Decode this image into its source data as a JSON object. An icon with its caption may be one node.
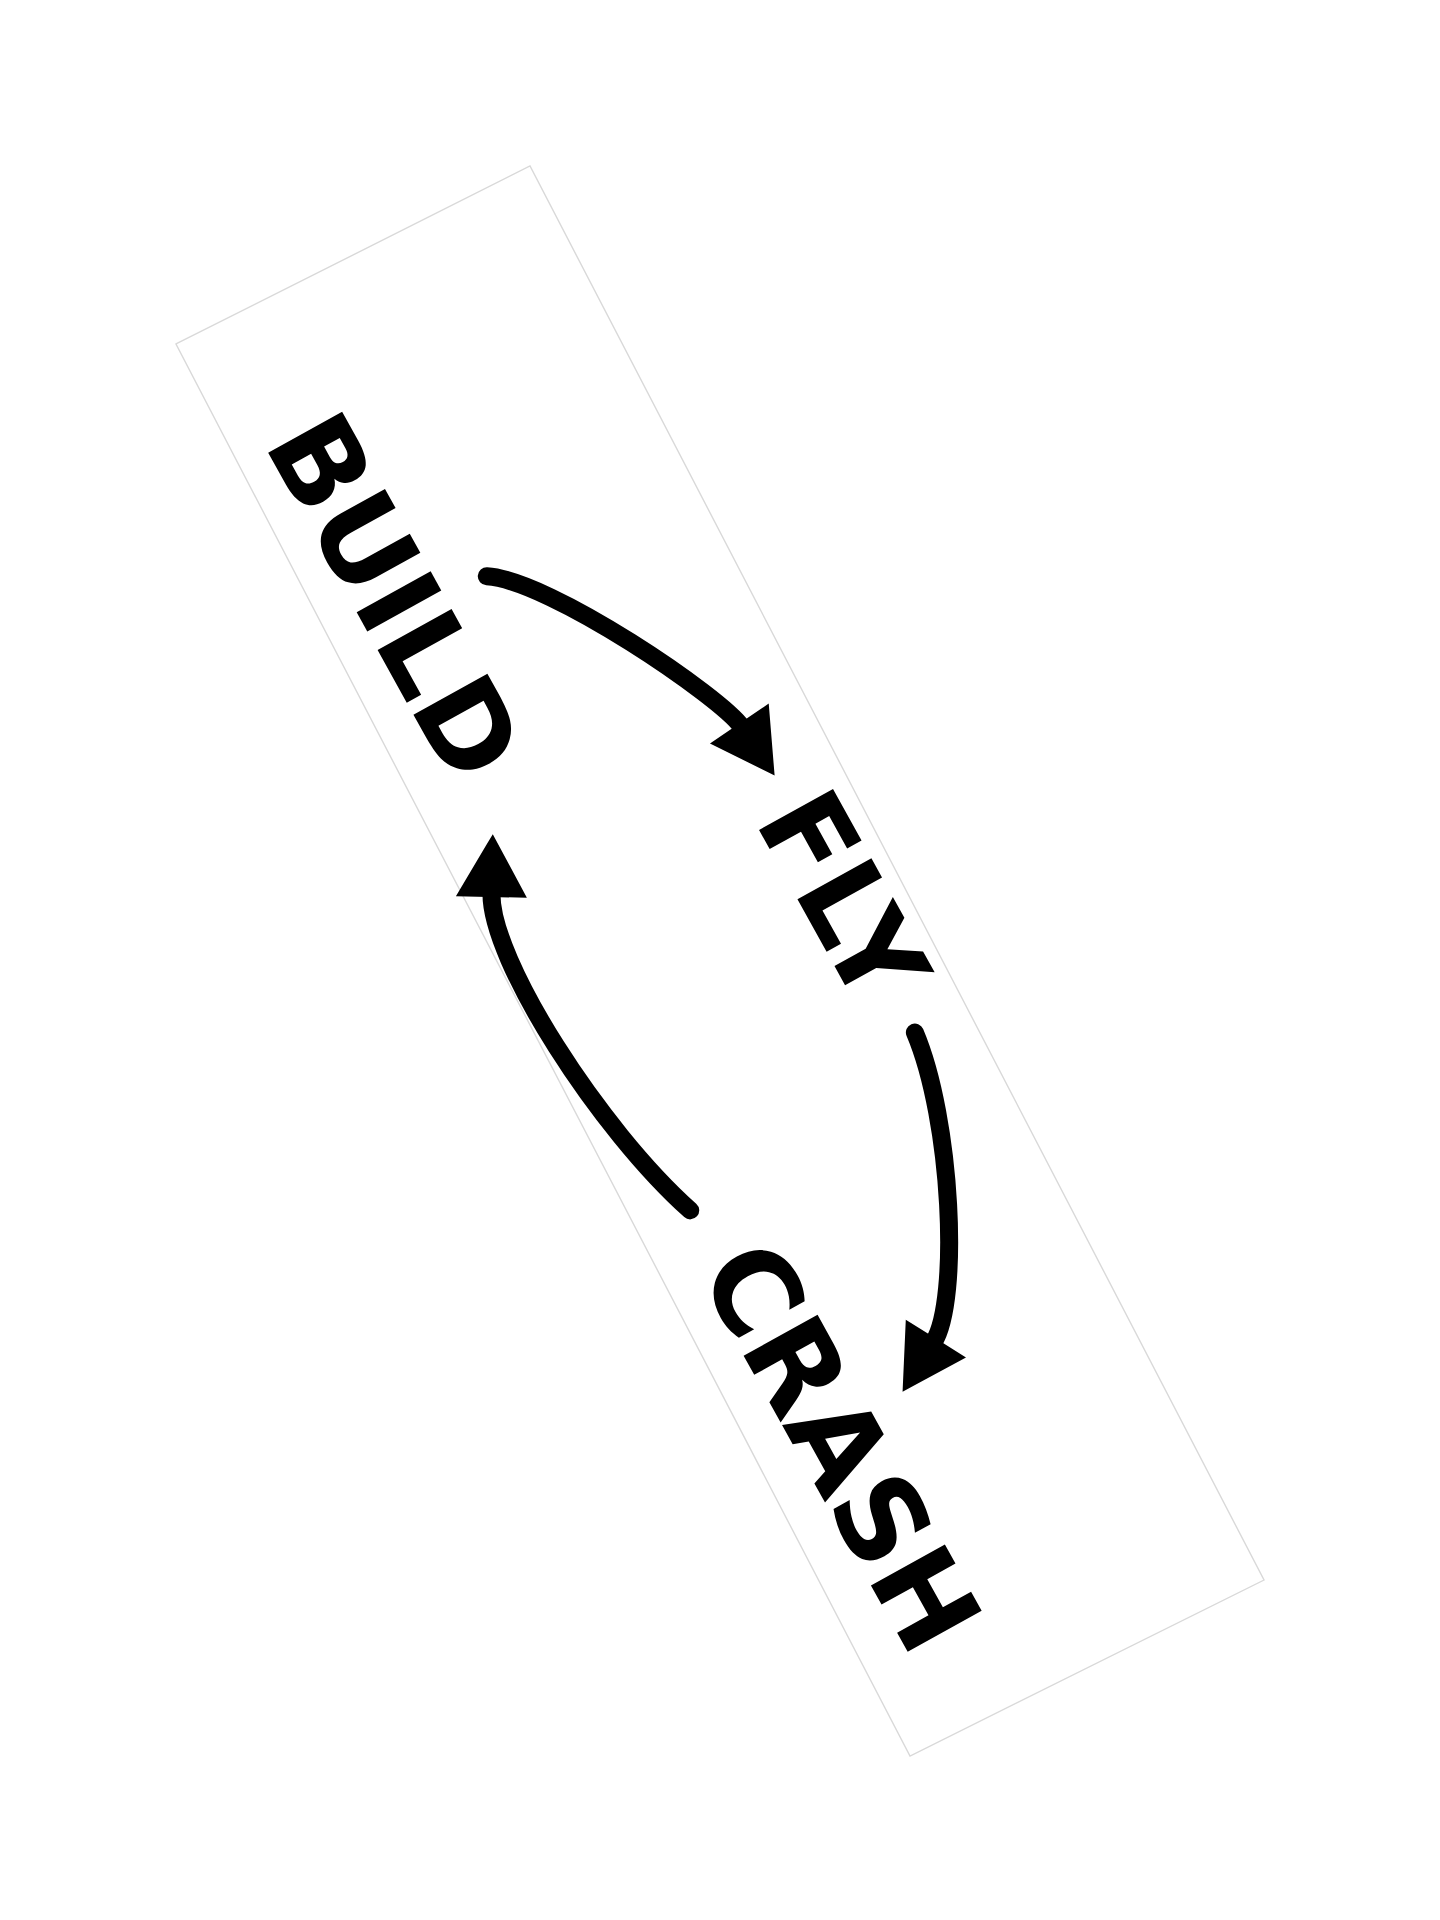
{
  "diagram": {
    "nodes": [
      {
        "text": [
          "BUILD"
        ]
      },
      {
        "text": [
          "FLY"
        ]
      },
      {
        "text": [
          "CRASH"
        ]
      }
    ],
    "edges": [
      {
        "from": 0,
        "to": 1,
        "arrow": "to"
      },
      {
        "from": 1,
        "to": 2,
        "arrow": "to"
      },
      {
        "from": 2,
        "to": 0,
        "arrow": "to"
      }
    ]
  }
}
